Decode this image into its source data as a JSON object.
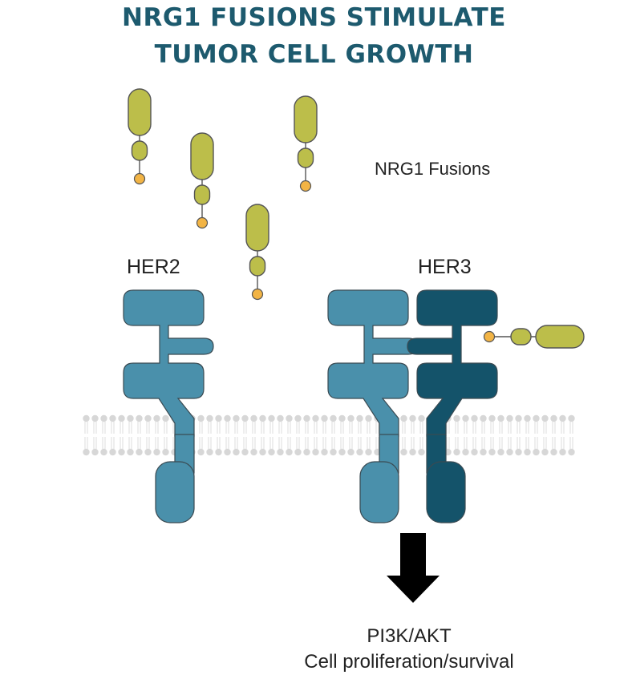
{
  "title": {
    "line1": "NRG1 FUSIONS STIMULATE",
    "line2": "TUMOR CELL GROWTH"
  },
  "labels": {
    "nrg1": "NRG1 Fusions",
    "her2": "HER2",
    "her3": "HER3",
    "pathway": "PI3K/AKT",
    "outcome": "Cell proliferation/survival"
  },
  "colors": {
    "title": "#1d5a6e",
    "her2_receptor": "#4a90ab",
    "her3_receptor": "#14536a",
    "nrg1_body": "#bcbe4a",
    "nrg1_tip": "#f2b445",
    "membrane": "#d7d7d7",
    "signal_arrow": "#000000"
  },
  "icons": {
    "ligand": "nrg1-fusion-ligand-icon",
    "receptor": "receptor-tyrosine-kinase-icon",
    "membrane": "lipid-bilayer-icon",
    "arrow": "down-arrow-icon"
  }
}
